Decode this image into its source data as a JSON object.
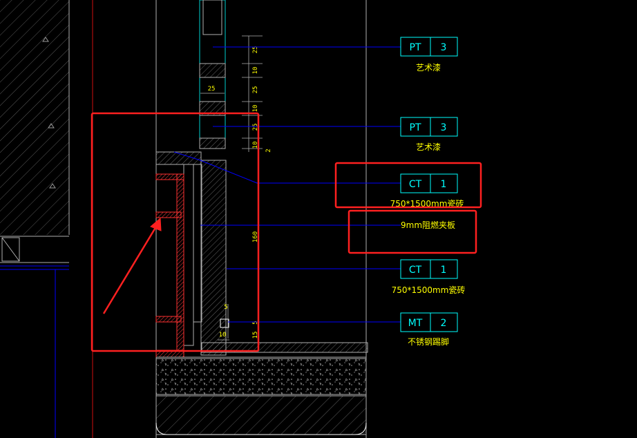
{
  "dimensions": {
    "d1": "25",
    "d2": "10",
    "d3": "25",
    "d4": "25",
    "d5": "10",
    "d6": "25",
    "d7": "10",
    "d8": "2",
    "d9": "160",
    "d10": "5",
    "d11": "10",
    "d12": "15",
    "d13": "5"
  },
  "tags": [
    {
      "code": "PT",
      "num": "3",
      "note": "艺术漆"
    },
    {
      "code": "PT",
      "num": "3",
      "note": "艺术漆"
    },
    {
      "code": "CT",
      "num": "1",
      "note": "750*1500mm瓷砖"
    },
    {
      "code": "CT",
      "num": "1",
      "note": "750*1500mm瓷砖"
    },
    {
      "code": "MT",
      "num": "2",
      "note": "不锈钢踢脚"
    }
  ],
  "plain_note": "9mm阻燃夹板",
  "colors": {
    "background": "#000000",
    "tag_cyan": "#00ffff",
    "text_yellow": "#ffff00",
    "leader_blue": "#0000ff",
    "highlight_red": "#ff2020",
    "wall_line": "#b0b0b0",
    "hatch_red": "#ff3030"
  }
}
